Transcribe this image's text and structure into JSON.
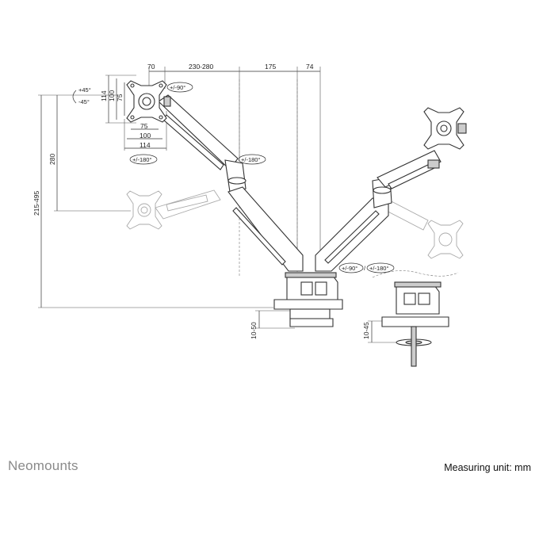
{
  "brand": {
    "name": "Neomounts"
  },
  "unit_note": "Measuring unit: mm",
  "dimensions": {
    "top_70": "70",
    "top_230_280": "230-280",
    "top_175": "175",
    "top_74": "74",
    "vesa_114_v": "114",
    "vesa_100_v": "100",
    "vesa_75_v": "75",
    "vesa_75_h": "75",
    "vesa_100_h": "100",
    "vesa_114_h": "114",
    "height_280": "280",
    "height_215_495": "215-495",
    "clamp_10_50": "10-50",
    "grommet_10_45": "10-45"
  },
  "rotations": {
    "tilt_up": "+45°",
    "tilt_down": "-45°",
    "swivel_90_top": "+/-90°",
    "rotate_180_left": "+/-180°",
    "rotate_180_mid": "+/-180°",
    "swivel_90_bottom": "+/-90°",
    "rotate_180_bottom": "+/-180°"
  }
}
